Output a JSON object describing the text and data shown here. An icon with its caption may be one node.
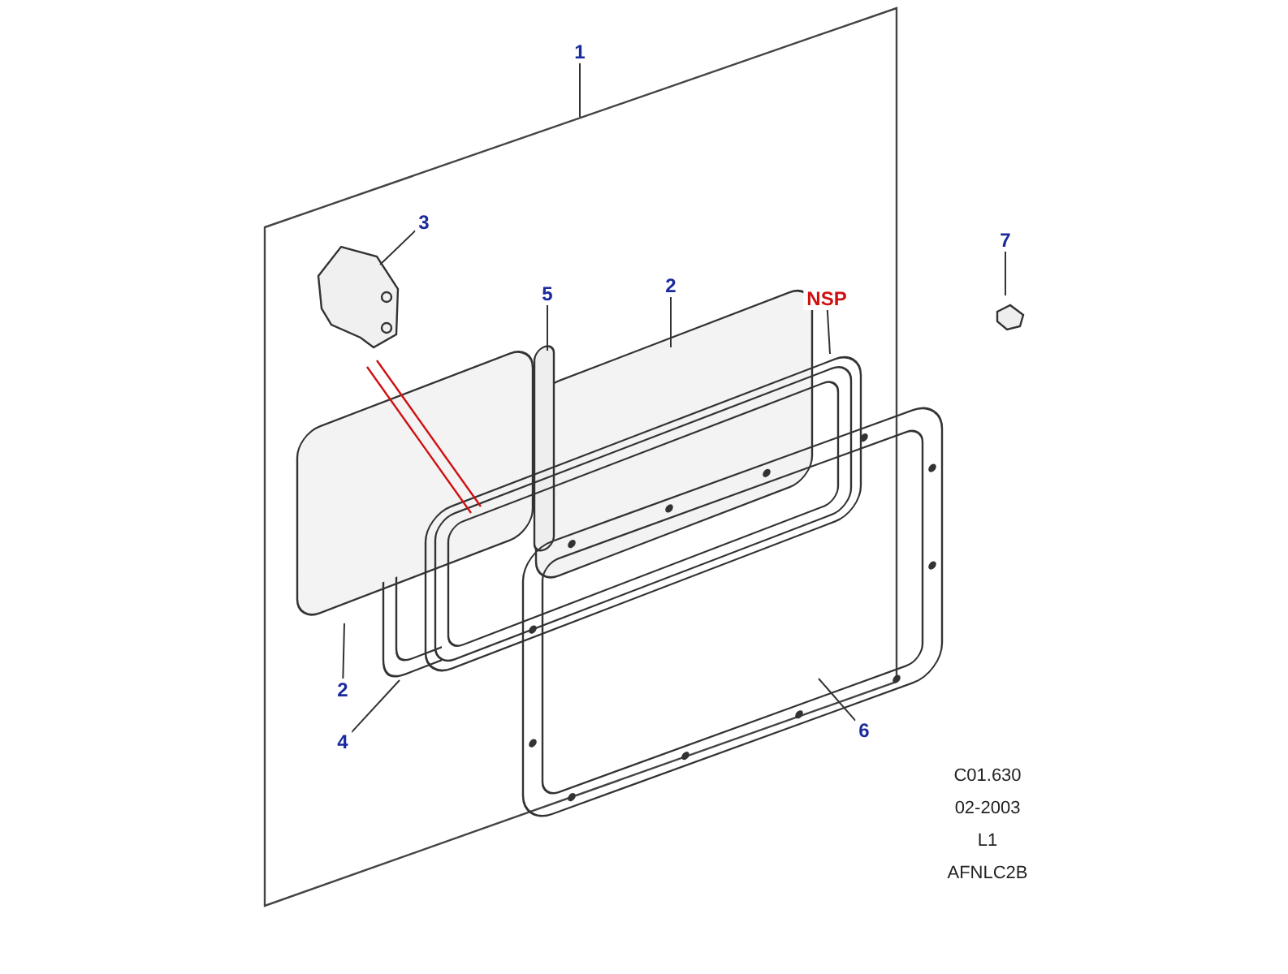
{
  "diagram": {
    "nodes": [
      {
        "text": [
          "1"
        ]
      },
      {
        "text": [
          "3"
        ]
      },
      {
        "text": [
          "5"
        ]
      },
      {
        "text": [
          "2"
        ]
      },
      {
        "text": [
          "NSP"
        ]
      },
      {
        "text": [
          "7"
        ]
      },
      {
        "text": [
          "2"
        ]
      },
      {
        "text": [
          "4"
        ]
      },
      {
        "text": [
          "6"
        ]
      }
    ],
    "edges": [
      {
        "from": 0,
        "to": null,
        "arrow": "none"
      },
      {
        "from": 1,
        "to": null,
        "arrow": "none"
      },
      {
        "from": 2,
        "to": null,
        "arrow": "none"
      },
      {
        "from": 3,
        "to": null,
        "arrow": "none"
      },
      {
        "from": 4,
        "to": null,
        "arrow": "none"
      },
      {
        "from": 5,
        "to": null,
        "arrow": "none"
      },
      {
        "from": 6,
        "to": null,
        "arrow": "none"
      },
      {
        "from": 7,
        "to": null,
        "arrow": "none"
      },
      {
        "from": 8,
        "to": null,
        "arrow": "none"
      }
    ],
    "labels": [
      "C01.630",
      "02-2003",
      "L1",
      "AFNLC2B"
    ]
  }
}
